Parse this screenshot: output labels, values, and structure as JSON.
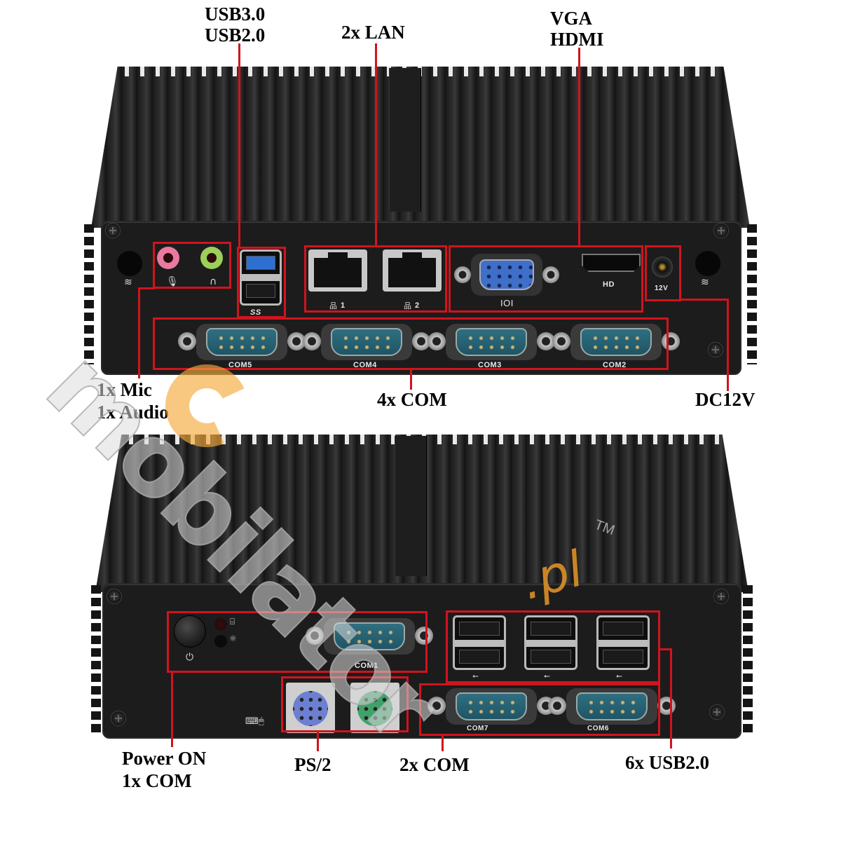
{
  "image": {
    "description": "Fanless industrial mini PC, rear and front views with annotated I/O ports",
    "accent_color": "#d0141e",
    "chassis_color": "#1c1c1c",
    "watermark": {
      "text": "mobilator",
      "suffix": ".pl",
      "trademark": "TM"
    }
  },
  "top_view": {
    "callouts": {
      "usb": {
        "line1": "USB3.0",
        "line2": "USB2.0"
      },
      "lan": "2x LAN",
      "display": {
        "line1": "VGA",
        "line2": "HDMI"
      },
      "audio": {
        "line1": "1x Mic",
        "line2": "1x Audio"
      },
      "com": "4x COM",
      "dc": "DC12V"
    },
    "ports": {
      "lan_labels": [
        "1",
        "2"
      ],
      "hdmi_label": "HD",
      "vga_label": "IOI",
      "usb_label": "SS",
      "dc_label": "12V",
      "com_labels": [
        "COM5",
        "COM4",
        "COM3",
        "COM2"
      ]
    }
  },
  "bottom_view": {
    "callouts": {
      "power": {
        "line1": "Power ON",
        "line2": "1x COM"
      },
      "ps2": "PS/2",
      "com": "2x COM",
      "usb": "6x USB2.0"
    },
    "ports": {
      "com_labels": [
        "COM1",
        "COM7",
        "COM6"
      ]
    }
  }
}
